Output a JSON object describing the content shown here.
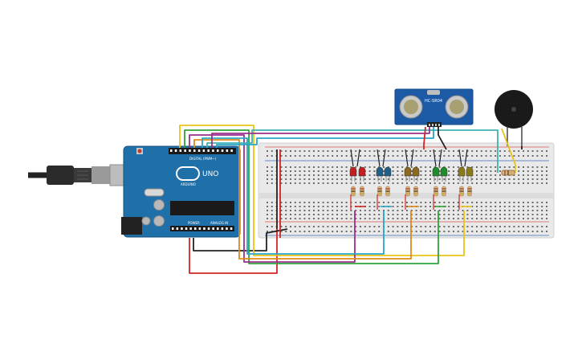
{
  "arduino": {
    "model_label": "UNO",
    "brand_label": "ARDUINO",
    "digital_label": "DIGITAL (PWM~)",
    "power_label": "POWER",
    "analog_label": "ANALOG IN",
    "board_color": "#1f6fa8"
  },
  "sensor": {
    "model_label": "HC-SR04",
    "board_color": "#1d5aa5"
  },
  "buzzer": {
    "color": "#1a1a1a"
  },
  "breadboard": {
    "color": "#e9e9e9"
  },
  "leds": [
    {
      "color": "#c0211f"
    },
    {
      "color": "#c0211f"
    },
    {
      "color": "#1f5f88"
    },
    {
      "color": "#1f5f88"
    },
    {
      "color": "#8a6a1e"
    },
    {
      "color": "#8a6a1e"
    },
    {
      "color": "#1f8c2c"
    },
    {
      "color": "#1f8c2c"
    },
    {
      "color": "#8a7a1a"
    },
    {
      "color": "#8a7a1a"
    }
  ],
  "wire_colors": {
    "red": "#d42424",
    "black": "#222222",
    "yellow": "#e8c416",
    "green": "#31a33a",
    "purple": "#9b2f8c",
    "cyan": "#2aa5c4",
    "orange": "#e08a1a",
    "blue": "#2a7cc4",
    "teal": "#3fb0b0"
  }
}
